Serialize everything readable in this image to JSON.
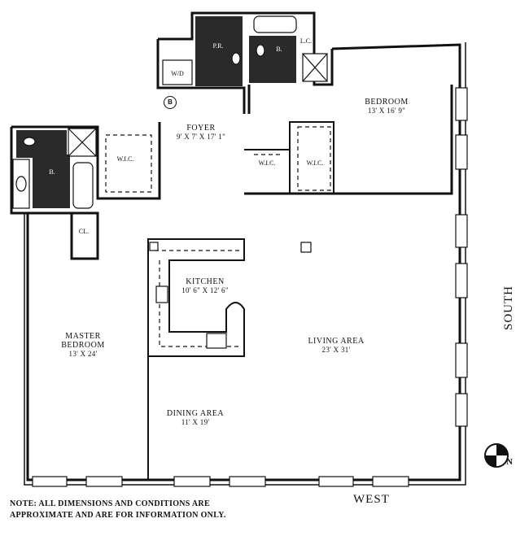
{
  "rooms": {
    "bedroom": {
      "name": "BEDROOM",
      "dims": "13' X 16' 9\""
    },
    "foyer": {
      "name": "FOYER",
      "dims": "9' X 7' X 17' 1\""
    },
    "kitchen": {
      "name": "KITCHEN",
      "dims": "10' 6\" X 12' 6\""
    },
    "master_bedroom": {
      "name_line1": "MASTER",
      "name_line2": "BEDROOM",
      "dims": "13' X 24'"
    },
    "living_area": {
      "name": "LIVING AREA",
      "dims": "23' X 31'"
    },
    "dining_area": {
      "name": "DINING AREA",
      "dims": "11' X 19'"
    }
  },
  "small_labels": {
    "wic_master": "W.I.C.",
    "wic_center_left": "W.I.C.",
    "wic_center_right": "W.I.C.",
    "powder_room": "P.R.",
    "bath_top": "B.",
    "bath_left": "B.",
    "linen_closet": "L.C.",
    "closet": "CL.",
    "washer_dryer": "W/D"
  },
  "marker": "B",
  "compass": {
    "letter": "N"
  },
  "directions": {
    "west": "WEST",
    "south": "SOUTH"
  },
  "note": {
    "line1": "NOTE: ALL DIMENSIONS AND CONDITIONS ARE",
    "line2": "APPROXIMATE AND ARE FOR INFORMATION ONLY."
  }
}
